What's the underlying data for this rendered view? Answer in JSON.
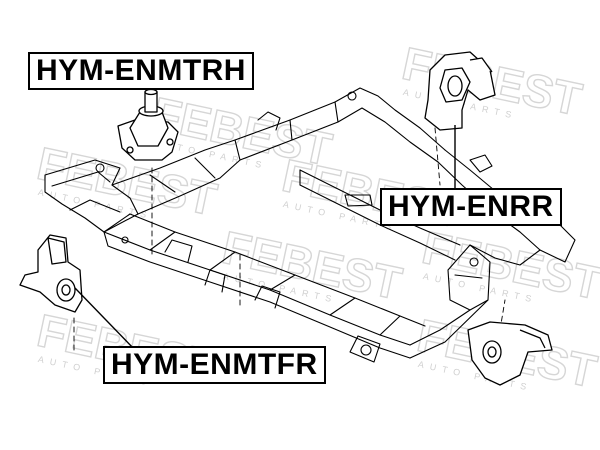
{
  "diagram": {
    "labels": {
      "top_left": "HYM-ENMTRH",
      "right": "HYM-ENRR",
      "bottom": "HYM-ENMTFR"
    },
    "watermark": {
      "brand": "FEBEST",
      "sub": "AUTO PARTS"
    }
  }
}
